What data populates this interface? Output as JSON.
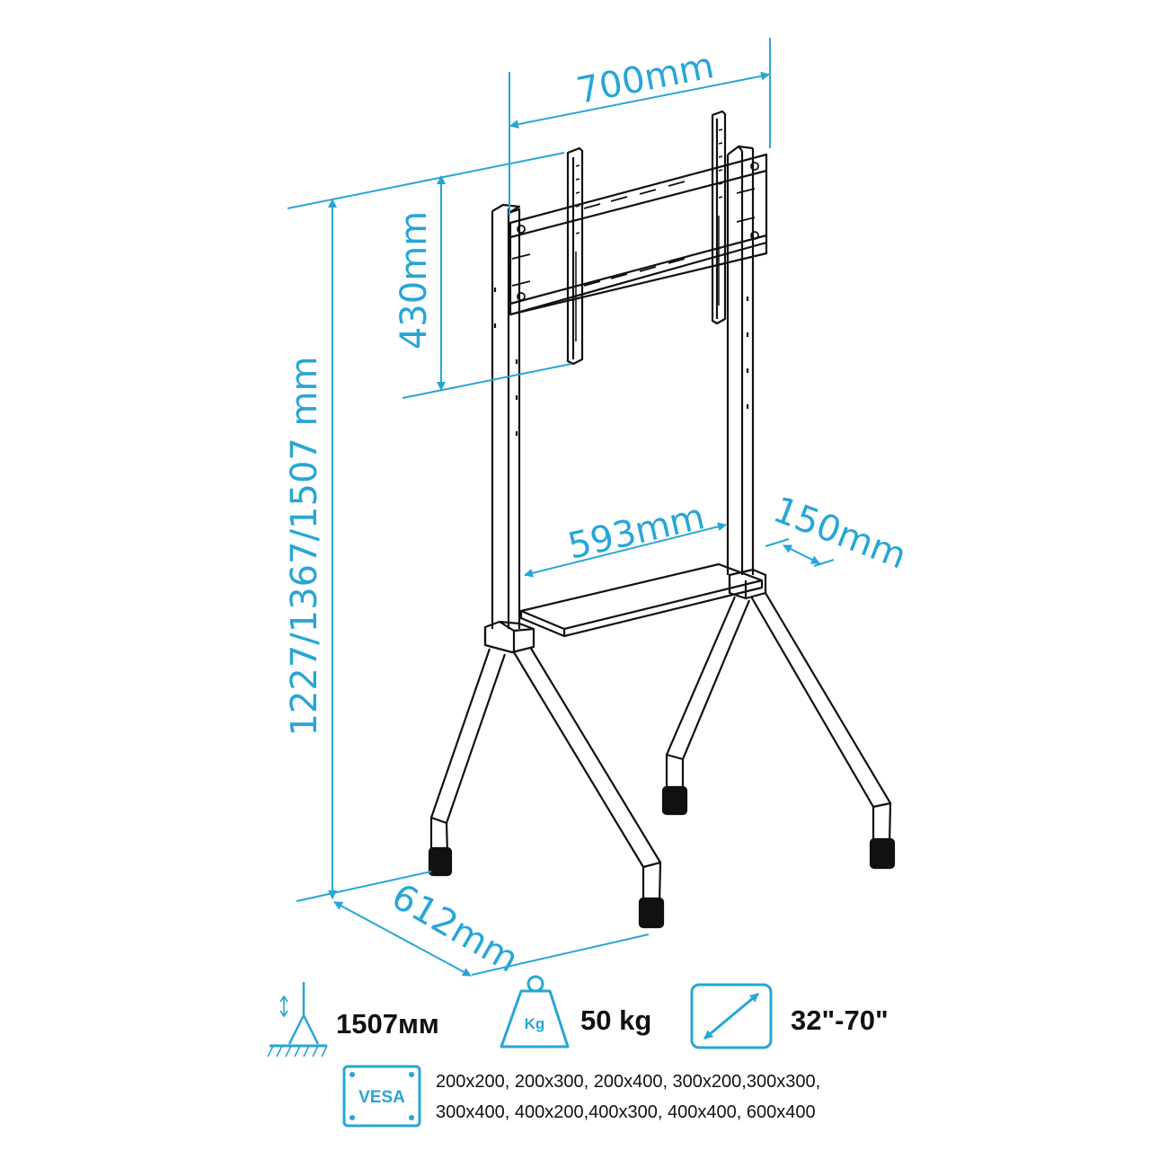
{
  "dimensions": {
    "width_top": "700mm",
    "plate_height": "430mm",
    "total_height": "1227/1367/1507 mm",
    "shelf_width": "593mm",
    "shelf_depth": "150mm",
    "base_depth": "612mm"
  },
  "specs": {
    "max_height": "1507мм",
    "load": "50 kg",
    "load_icon_label": "Kg",
    "screen_size": "32\"-70\"",
    "vesa_label": "VESA",
    "vesa_line1": "200x200, 200x300, 200x400, 300x200,300x300,",
    "vesa_line2": "300x400, 400x200,400x300, 400x400, 600x400"
  },
  "colors": {
    "accent": "#27a6d6",
    "line": "#111111"
  },
  "icons": [
    "height-icon",
    "weight-icon",
    "diagonal-size-icon",
    "vesa-icon"
  ]
}
